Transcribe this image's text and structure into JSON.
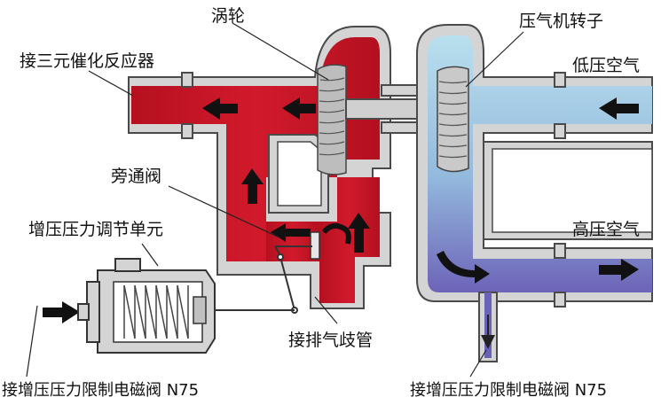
{
  "labels": {
    "turbine": "涡轮",
    "catalyst": "接三元催化反应器",
    "compressor_rotor": "压气机转子",
    "low_pressure_air": "低压空气",
    "bypass_valve": "旁通阀",
    "boost_unit": "增压压力调节单元",
    "high_pressure_air": "高压空气",
    "exhaust_manifold": "接排气歧管",
    "solenoid_left": "接增压压力限制电磁阀 N75",
    "solenoid_right": "接增压压力限制电磁阀 N75"
  },
  "colors": {
    "exhaust": "#c8162a",
    "exhaust_dark": "#8e0f1c",
    "intake_light": "#a9d3e6",
    "intake_dark": "#6a62b6",
    "shell": "#d4d4d4",
    "outline": "#4a4a4a"
  }
}
